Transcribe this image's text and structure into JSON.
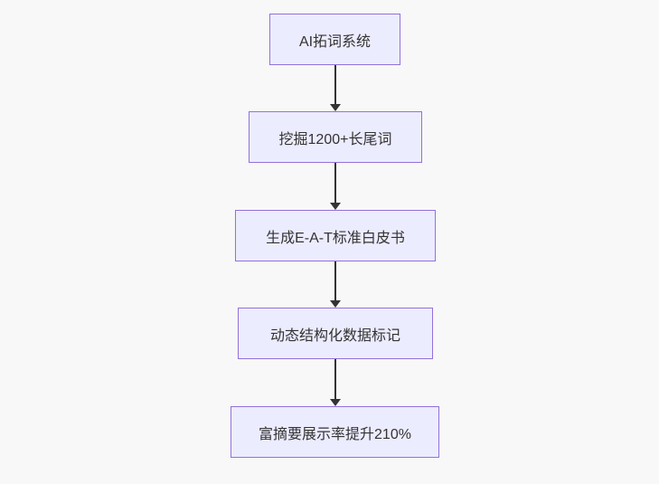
{
  "diagram": {
    "type": "flowchart",
    "direction": "top-down",
    "colors": {
      "background": "#f8f8f8",
      "node_fill": "#ececff",
      "node_border": "#9370db",
      "edge": "#333333",
      "text": "#333333"
    },
    "nodes": [
      {
        "id": "n1",
        "label": "AI拓词系统"
      },
      {
        "id": "n2",
        "label": "挖掘1200+长尾词"
      },
      {
        "id": "n3",
        "label": "生成E-A-T标准白皮书"
      },
      {
        "id": "n4",
        "label": "动态结构化数据标记"
      },
      {
        "id": "n5",
        "label": "富摘要展示率提升210%"
      }
    ],
    "edges": [
      {
        "from": "n1",
        "to": "n2",
        "style": "arrow-down"
      },
      {
        "from": "n2",
        "to": "n3",
        "style": "arrow-down"
      },
      {
        "from": "n3",
        "to": "n4",
        "style": "arrow-down"
      },
      {
        "from": "n4",
        "to": "n5",
        "style": "arrow-down"
      }
    ]
  }
}
